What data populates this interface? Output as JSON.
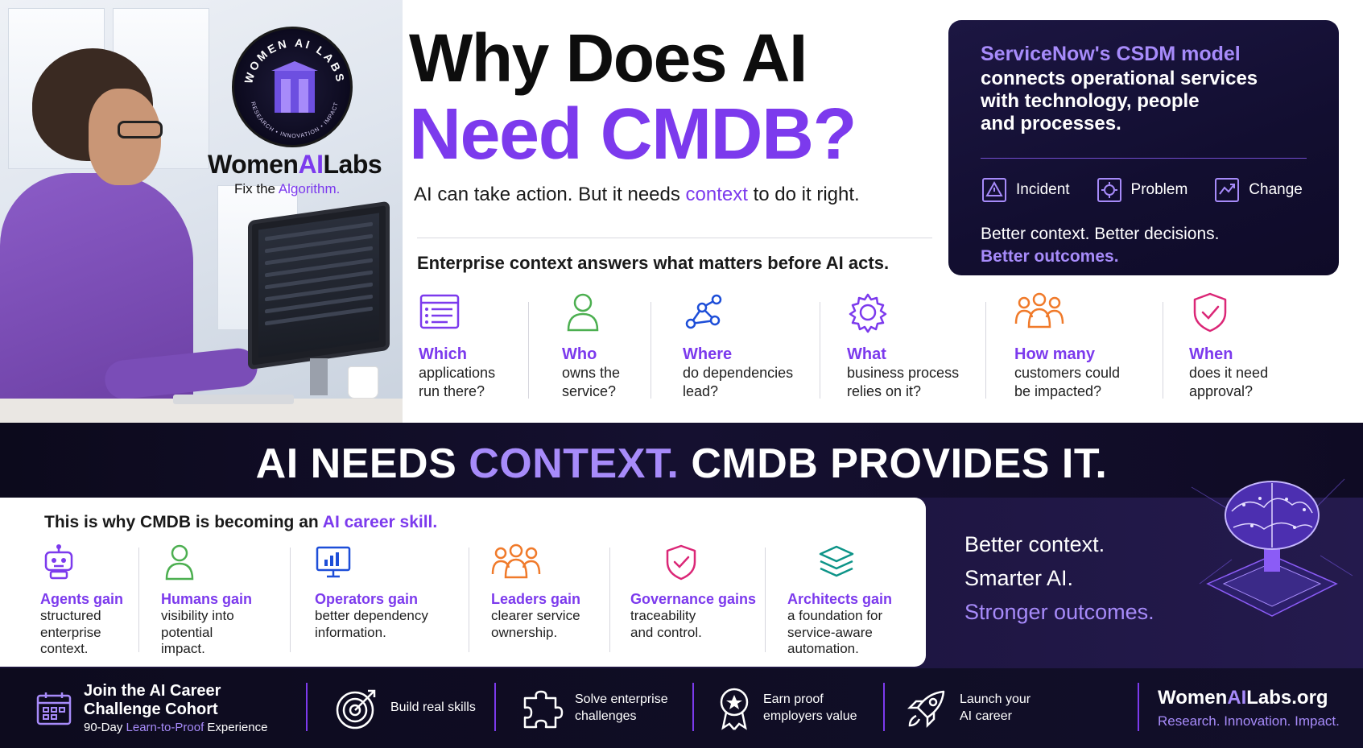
{
  "brand": {
    "badge_ring_text": "WOMEN AI LABS",
    "badge_bottom_text": "RESEARCH • INNOVATION • IMPACT",
    "name_prefix": "Women",
    "name_highlight": "AI",
    "name_suffix": "Labs",
    "tagline_prefix": "Fix the ",
    "tagline_highlight": "Algorithm."
  },
  "headline": {
    "line1": "Why Does AI",
    "line2": "Need CMDB?",
    "sub_prefix": "AI can take action. But it needs ",
    "sub_highlight": "context",
    "sub_suffix": " to do it right."
  },
  "context": {
    "intro": "Enterprise context answers what matters before AI acts.",
    "questions": [
      {
        "icon": "application-list-icon",
        "title": "Which",
        "line1": "applications",
        "line2": "run there?"
      },
      {
        "icon": "person-icon",
        "title": "Who",
        "line1": "owns the",
        "line2": "service?"
      },
      {
        "icon": "dependency-graph-icon",
        "title": "Where",
        "line1": "do dependencies",
        "line2": "lead?"
      },
      {
        "icon": "gear-icon",
        "title": "What",
        "line1": "business process",
        "line2": "relies on it?"
      },
      {
        "icon": "customers-icon",
        "title": "How many",
        "line1": "customers could",
        "line2": "be impacted?"
      },
      {
        "icon": "shield-check-icon",
        "title": "When",
        "line1": "does it need",
        "line2": "approval?"
      }
    ]
  },
  "csdm": {
    "title": "ServiceNow's CSDM model",
    "desc_line1": "connects operational services",
    "desc_line2": "with technology, people",
    "desc_line3": "and processes.",
    "items": [
      {
        "icon": "incident-icon",
        "label": "Incident"
      },
      {
        "icon": "problem-icon",
        "label": "Problem"
      },
      {
        "icon": "change-icon",
        "label": "Change"
      }
    ],
    "foot1": "Better context. Better decisions.",
    "foot2": "Better outcomes."
  },
  "banner": {
    "part1": "AI NEEDS ",
    "part2": "CONTEXT.",
    "part3": " CMDB PROVIDES IT."
  },
  "skills": {
    "heading_prefix": "This is why CMDB is becoming an ",
    "heading_highlight": "AI career skill.",
    "items": [
      {
        "icon": "robot-icon",
        "title": "Agents gain",
        "lines": [
          "structured",
          "enterprise",
          "context."
        ]
      },
      {
        "icon": "person-icon",
        "title": "Humans gain",
        "lines": [
          "visibility into",
          "potential",
          "impact."
        ]
      },
      {
        "icon": "monitor-chart-icon",
        "title": "Operators gain",
        "lines": [
          "better dependency",
          "information."
        ]
      },
      {
        "icon": "team-icon",
        "title": "Leaders gain",
        "lines": [
          "clearer service",
          "ownership."
        ]
      },
      {
        "icon": "shield-check-icon",
        "title": "Governance gains",
        "lines": [
          "traceability",
          "and control."
        ]
      },
      {
        "icon": "layers-icon",
        "title": "Architects gain",
        "lines": [
          "a foundation for",
          "service-aware",
          "automation."
        ]
      }
    ],
    "right_line1": "Better context.",
    "right_line2": "Smarter AI.",
    "right_line3": "Stronger outcomes."
  },
  "footer": {
    "cohort_title_line1": "Join the AI Career",
    "cohort_title_line2": "Challenge Cohort",
    "cohort_sub_prefix": "90-Day ",
    "cohort_sub_highlight": "Learn-to-Proof",
    "cohort_sub_suffix": " Experience",
    "items": [
      {
        "icon": "target-icon",
        "line1": "Build real skills",
        "line2": ""
      },
      {
        "icon": "puzzle-icon",
        "line1": "Solve enterprise",
        "line2": "challenges"
      },
      {
        "icon": "award-icon",
        "line1": "Earn proof",
        "line2": "employers value"
      },
      {
        "icon": "rocket-icon",
        "line1": "Launch your",
        "line2": "AI career"
      }
    ],
    "site_prefix": "Women",
    "site_highlight": "AI",
    "site_suffix": "Labs.org",
    "site_tag": "Research. Innovation. Impact."
  },
  "colors": {
    "accent": "#7c3aed",
    "accent_light": "#a78bfa",
    "dark_navy": "#120e30",
    "orange": "#f07a2a",
    "green": "#4caf50",
    "pink": "#db2777",
    "teal": "#0d9488",
    "blue": "#1d4ed8"
  }
}
